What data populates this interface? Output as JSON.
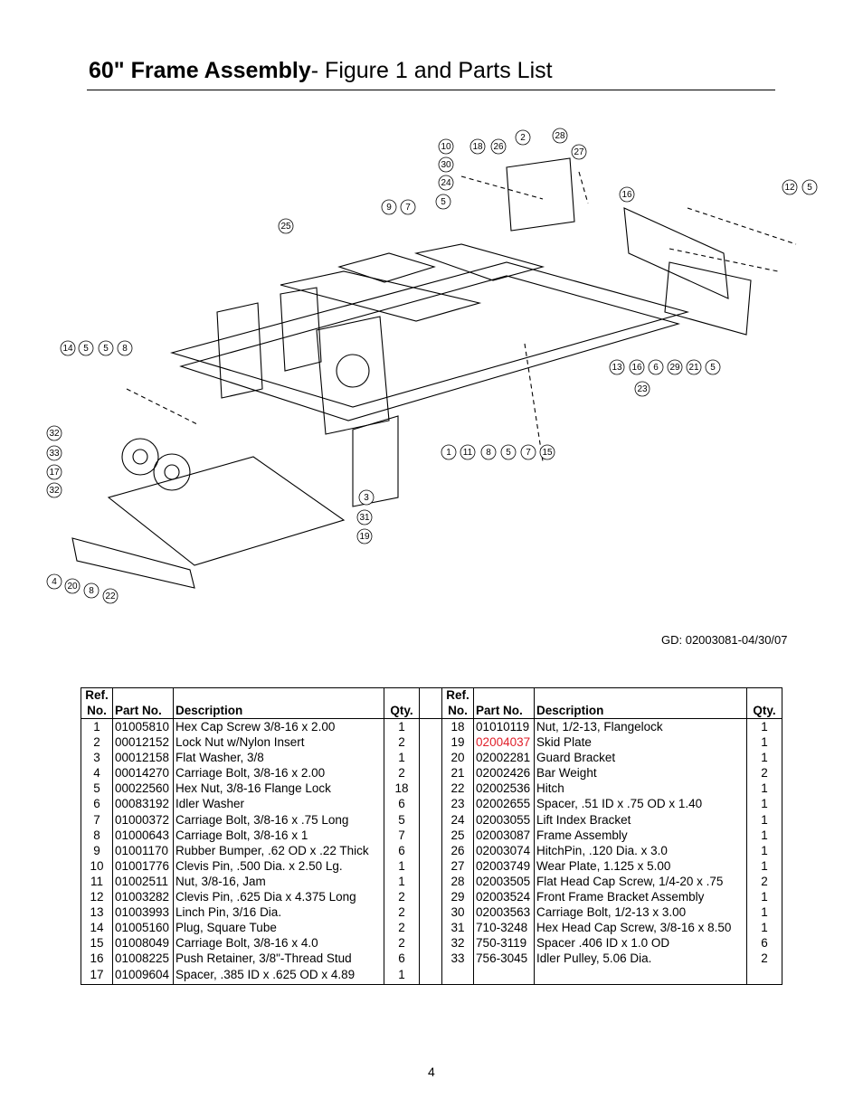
{
  "header": {
    "title_bold": "60\" Frame Assembly",
    "title_rest": "- Figure 1 and Parts List"
  },
  "figure": {
    "callouts": [
      "10",
      "18",
      "26",
      "2",
      "28",
      "27",
      "30",
      "24",
      "5",
      "16",
      "12",
      "5",
      "9",
      "7",
      "25",
      "14",
      "5",
      "5",
      "8",
      "13",
      "16",
      "6",
      "29",
      "21",
      "5",
      "23",
      "32",
      "33",
      "17",
      "32",
      "1",
      "11",
      "8",
      "5",
      "7",
      "15",
      "3",
      "31",
      "19",
      "4",
      "20",
      "8",
      "22"
    ]
  },
  "drawing_id": "GD: 02003081-04/30/07",
  "table": {
    "headers": {
      "ref": "Ref.",
      "no": "No.",
      "part": "Part No.",
      "desc": "Description",
      "qty": "Qty."
    },
    "left": [
      {
        "ref": "1",
        "part": "01005810",
        "desc": "Hex Cap Screw 3/8-16 x 2.00",
        "qty": "1"
      },
      {
        "ref": "2",
        "part": "00012152",
        "desc": "Lock Nut w/Nylon Insert",
        "qty": "2"
      },
      {
        "ref": "3",
        "part": "00012158",
        "desc": "Flat Washer, 3/8",
        "qty": "1"
      },
      {
        "ref": "4",
        "part": "00014270",
        "desc": "Carriage Bolt, 3/8-16 x 2.00",
        "qty": "2"
      },
      {
        "ref": "5",
        "part": "00022560",
        "desc": "Hex Nut, 3/8-16 Flange Lock",
        "qty": "18"
      },
      {
        "ref": "6",
        "part": "00083192",
        "desc": "Idler Washer",
        "qty": "6"
      },
      {
        "ref": "7",
        "part": "01000372",
        "desc": "Carriage Bolt, 3/8-16 x .75 Long",
        "qty": "5"
      },
      {
        "ref": "8",
        "part": "01000643",
        "desc": "Carriage Bolt, 3/8-16 x 1",
        "qty": "7"
      },
      {
        "ref": "9",
        "part": "01001170",
        "desc": "Rubber Bumper, .62 OD x .22 Thick",
        "qty": "6"
      },
      {
        "ref": "10",
        "part": "01001776",
        "desc": "Clevis Pin, .500 Dia. x 2.50 Lg.",
        "qty": "1"
      },
      {
        "ref": "11",
        "part": "01002511",
        "desc": "Nut, 3/8-16, Jam",
        "qty": "1"
      },
      {
        "ref": "12",
        "part": "01003282",
        "desc": "Clevis Pin, .625 Dia x 4.375 Long",
        "qty": "2"
      },
      {
        "ref": "13",
        "part": "01003993",
        "desc": "Linch Pin, 3/16 Dia.",
        "qty": "2"
      },
      {
        "ref": "14",
        "part": "01005160",
        "desc": "Plug, Square Tube",
        "qty": "2"
      },
      {
        "ref": "15",
        "part": "01008049",
        "desc": "Carriage Bolt, 3/8-16 x 4.0",
        "qty": "2"
      },
      {
        "ref": "16",
        "part": "01008225",
        "desc": "Push Retainer, 3/8\"-Thread Stud",
        "qty": "6"
      },
      {
        "ref": "17",
        "part": "01009604",
        "desc": "Spacer, .385 ID x .625 OD x 4.89",
        "qty": "1"
      }
    ],
    "right": [
      {
        "ref": "18",
        "part": "01010119",
        "desc": "Nut, 1/2-13, Flangelock",
        "qty": "1"
      },
      {
        "ref": "19",
        "part": "02004037",
        "desc": "Skid Plate",
        "qty": "1",
        "highlight": true
      },
      {
        "ref": "20",
        "part": "02002281",
        "desc": "Guard Bracket",
        "qty": "1"
      },
      {
        "ref": "21",
        "part": "02002426",
        "desc": "Bar Weight",
        "qty": "2"
      },
      {
        "ref": "22",
        "part": "02002536",
        "desc": "Hitch",
        "qty": "1"
      },
      {
        "ref": "23",
        "part": "02002655",
        "desc": "Spacer, .51 ID x .75 OD x 1.40",
        "qty": "1"
      },
      {
        "ref": "24",
        "part": "02003055",
        "desc": "Lift Index Bracket",
        "qty": "1"
      },
      {
        "ref": "25",
        "part": "02003087",
        "desc": "Frame Assembly",
        "qty": "1"
      },
      {
        "ref": "26",
        "part": "02003074",
        "desc": "HitchPin, .120 Dia. x 3.0",
        "qty": "1"
      },
      {
        "ref": "27",
        "part": "02003749",
        "desc": "Wear Plate, 1.125 x 5.00",
        "qty": "1"
      },
      {
        "ref": "28",
        "part": "02003505",
        "desc": "Flat Head Cap Screw, 1/4-20 x .75",
        "qty": "2"
      },
      {
        "ref": "29",
        "part": "02003524",
        "desc": "Front Frame Bracket Assembly",
        "qty": "1"
      },
      {
        "ref": "30",
        "part": "02003563",
        "desc": "Carriage Bolt, 1/2-13 x 3.00",
        "qty": "1"
      },
      {
        "ref": "31",
        "part": "710-3248",
        "desc": "Hex Head Cap Screw, 3/8-16 x 8.50",
        "qty": "1"
      },
      {
        "ref": "32",
        "part": "750-3119",
        "desc": "Spacer .406 ID x 1.0 OD",
        "qty": "6"
      },
      {
        "ref": "33",
        "part": "756-3045",
        "desc": "Idler Pulley, 5.06 Dia.",
        "qty": "2"
      },
      {
        "ref": "",
        "part": "",
        "desc": "",
        "qty": ""
      }
    ]
  },
  "page_number": "4"
}
